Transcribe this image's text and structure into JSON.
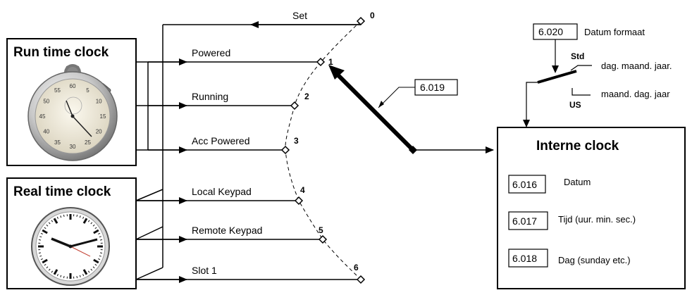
{
  "sources": {
    "run_time_clock_title": "Run time clock",
    "real_time_clock_title": "Real time clock",
    "stopwatch_dial_numbers": [
      "60",
      "5",
      "10",
      "15",
      "20",
      "25",
      "30",
      "35",
      "40",
      "45",
      "50",
      "55"
    ]
  },
  "selector": {
    "parameter": "6.019",
    "positions": [
      {
        "label": "Set",
        "num": "0"
      },
      {
        "label": "Powered",
        "num": "1"
      },
      {
        "label": "Running",
        "num": "2"
      },
      {
        "label": "Acc Powered",
        "num": "3"
      },
      {
        "label": "Local Keypad",
        "num": "4"
      },
      {
        "label": "Remote Keypad",
        "num": "5"
      },
      {
        "label": "Slot 1",
        "num": "6"
      }
    ]
  },
  "date_format": {
    "parameter": "6.020",
    "label": "Datum formaat",
    "option_std_code": "Std",
    "option_std_text": "dag. maand. jaar.",
    "option_us_code": "US",
    "option_us_text": "maand. dag. jaar"
  },
  "internal_clock": {
    "title": "Interne clock",
    "params": [
      {
        "id": "6.016",
        "label": "Datum"
      },
      {
        "id": "6.017",
        "label": "Tijd (uur. min. sec.)"
      },
      {
        "id": "6.018",
        "label": "Dag (sunday etc.)"
      }
    ]
  }
}
